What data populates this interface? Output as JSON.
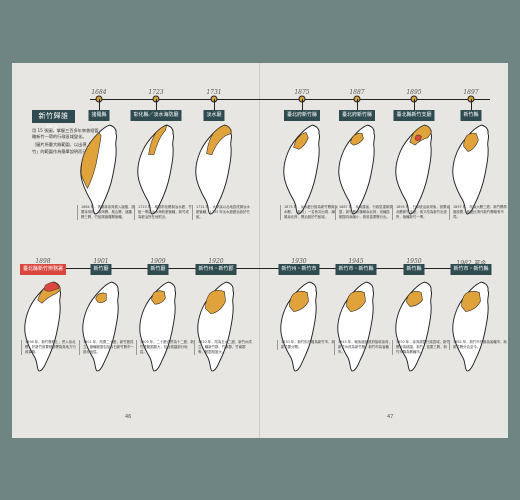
{
  "intro": {
    "title": "新竹歸誰管？",
    "paragraph1": "用 15 張圖，掌握三百多年來曾經管轄新竹一帶的行政區域變化。",
    "paragraph2": "（圖片所畫大概範圍，以出現「新竹」的範圍作為簡單說明而已）"
  },
  "top_row": [
    {
      "year": "1684",
      "label": "諸羅縣",
      "caption": "1684 年，清朝將臺灣劃入版圖，設置臺灣府、臺灣縣、鳳山縣、諸羅縣三縣，竹塹屬諸羅縣管轄。"
    },
    {
      "year": "1723",
      "label": "彰化縣／淡水海防廳",
      "caption": "1723 年，增設彰化縣與淡水廳，竹塹一帶由淡水海防廳管轄，新竹成為廳治所在地附近。"
    },
    {
      "year": "1731",
      "label": "淡水廳",
      "caption": "1731 年，大甲溪以北地區改歸淡水廳管轄，1733 年淡水廳廳治設於竹塹。"
    },
    {
      "year": "1875",
      "label": "臺北府新竹縣",
      "caption": "1875 年，淡水廳分設為新竹縣與淡水縣，「新竹」一名首次出現，隸屬臺北府，縣治設於竹塹城。"
    },
    {
      "year": "1887",
      "label": "臺北府新竹縣",
      "caption": "1887 年，臺灣建省，行政區重新調整，新竹縣仍隸屬臺北府，但轄區範圍向南縮小，新設苗栗縣分出。"
    },
    {
      "year": "1895",
      "label": "臺北縣新竹支廳",
      "caption": "1895 年，日本統治臺灣後，設置臺北縣新竹支廳，後又改為新竹出張所，管轄新竹一帶。"
    },
    {
      "year": "1897",
      "label": "新竹縣",
      "caption": "1897 年，改為六縣三廳，新竹縣再度設置，範圍比清代新竹縣略有不同。"
    }
  ],
  "bottom_row": [
    {
      "year": "1898",
      "label": "臺北縣新竹辨務署",
      "caption": "1898 年，新竹縣廢止，併入臺北縣，於新竹設置辨務署負責地方行政事務。"
    },
    {
      "year": "1901",
      "label": "新竹廳",
      "caption": "1901 年，改置二十廳，新竹廳成立，管轄範圍包括今日新竹縣市一部分地區。"
    },
    {
      "year": "1909",
      "label": "新竹廳",
      "caption": "1909 年，二十廳合併為十二廳，新竹廳範圍擴大，包含桃園部分地區。"
    },
    {
      "year": "1920",
      "label": "新竹州・新竹郡",
      "caption": "1920 年，改為五州二廳，新竹州成立，轄新竹郡、竹東郡、竹南郡等，範圍相當大。"
    },
    {
      "year": "1930",
      "label": "新竹州・新竹市",
      "caption": "1930 年，新竹街升格為新竹市，與新竹郡分開。"
    },
    {
      "year": "1945",
      "label": "新竹市・新竹縣",
      "caption": "1945 年，戰後國民政府接收臺灣，新竹州改為新竹縣，新竹市為省轄市。"
    },
    {
      "year": "1950",
      "label": "新竹縣",
      "caption": "1950 年，臺灣調整行政區域，新竹縣分為桃園、新竹、苗栗三縣，新竹市降為縣轄市。"
    },
    {
      "year": "1982 至今",
      "label": "新竹市・新竹縣",
      "caption": "1982 年，新竹市升格為省轄市，與新竹縣分治至今。"
    }
  ],
  "page_numbers": {
    "left": "46",
    "right": "47"
  },
  "colors": {
    "highlight": "#e0a23a",
    "red": "#d9473e",
    "label_bg": "#2f4b4f",
    "timeline_dot": "#d8a13a"
  }
}
